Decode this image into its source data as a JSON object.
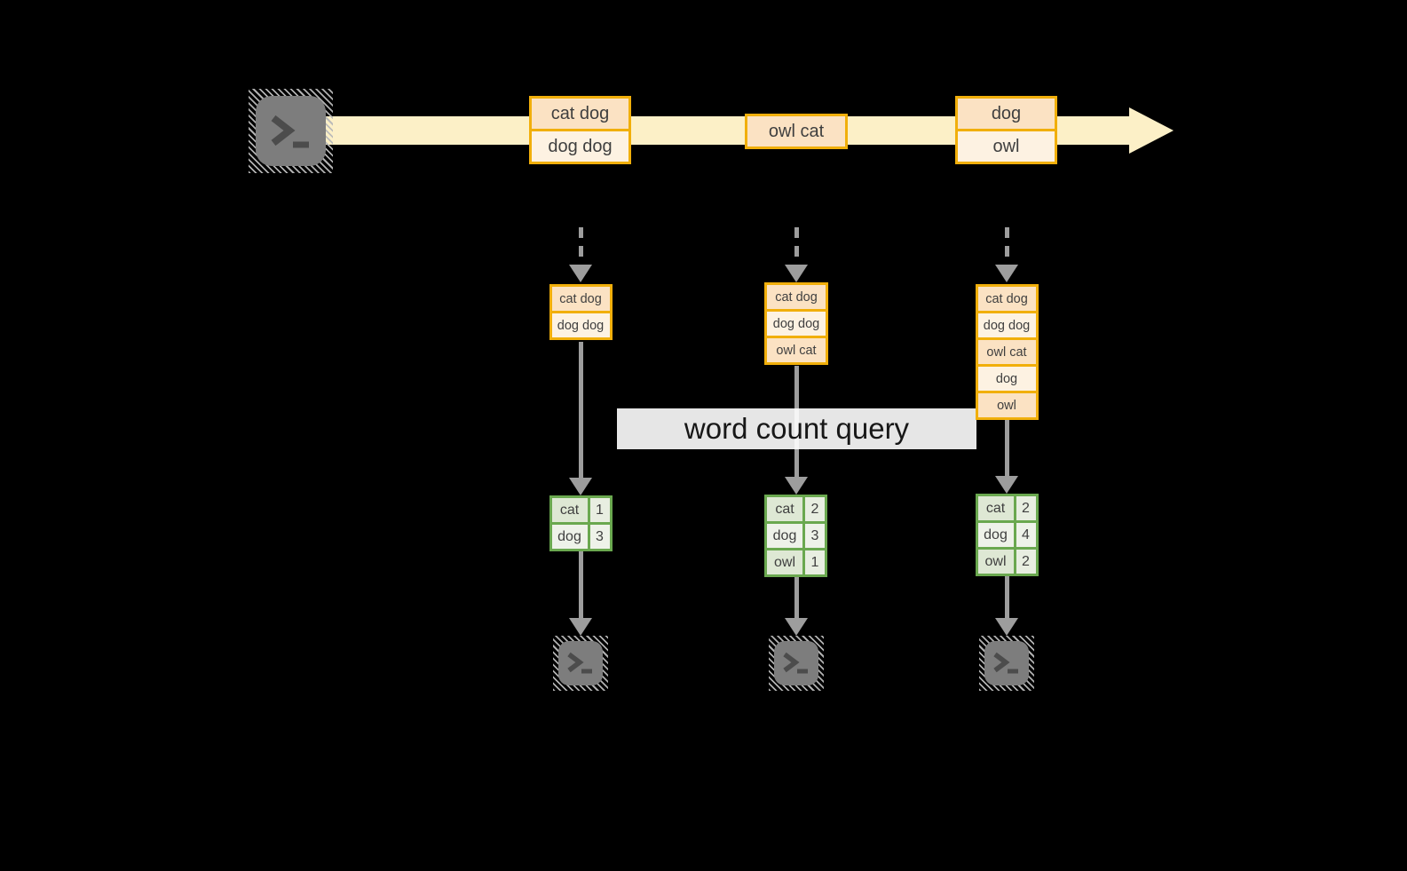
{
  "query_label": {
    "text": "word count query"
  },
  "stream": {
    "source_icon": "terminal-icon",
    "events": [
      {
        "cells": [
          {
            "text": "cat dog"
          },
          {
            "text": "dog dog"
          }
        ]
      },
      {
        "cells": [
          {
            "text": "owl cat"
          }
        ]
      },
      {
        "cells": [
          {
            "text": "dog"
          },
          {
            "text": "owl"
          }
        ]
      }
    ]
  },
  "columns": [
    {
      "state_cells": [
        {
          "text": "cat dog"
        },
        {
          "text": "dog dog"
        }
      ],
      "counts": {
        "rows": [
          {
            "word": "cat",
            "count": "1"
          },
          {
            "word": "dog",
            "count": "3"
          }
        ]
      },
      "sink_icon": "terminal-icon"
    },
    {
      "state_cells": [
        {
          "text": "cat dog"
        },
        {
          "text": "dog dog"
        },
        {
          "text": "owl cat"
        }
      ],
      "counts": {
        "rows": [
          {
            "word": "cat",
            "count": "2"
          },
          {
            "word": "dog",
            "count": "3"
          },
          {
            "word": "owl",
            "count": "1"
          }
        ]
      },
      "sink_icon": "terminal-icon"
    },
    {
      "state_cells": [
        {
          "text": "cat dog"
        },
        {
          "text": "dog dog"
        },
        {
          "text": "owl cat"
        },
        {
          "text": "dog"
        },
        {
          "text": "owl"
        }
      ],
      "counts": {
        "rows": [
          {
            "word": "cat",
            "count": "2"
          },
          {
            "word": "dog",
            "count": "4"
          },
          {
            "word": "owl",
            "count": "2"
          }
        ]
      },
      "sink_icon": "terminal-icon"
    }
  ],
  "colors": {
    "background": "#000000",
    "stream_band": "#fcf0c7",
    "event_border": "#f1af0b",
    "event_fill_dark": "#fbe2c3",
    "event_fill_light": "#fdf2e2",
    "table_border": "#6aa84f",
    "table_row_dark": "#dee8d4",
    "table_row_light": "#eef2e9",
    "arrow_gray": "#9d9d9d",
    "terminal_gray": "#7d7d7d",
    "text_dark": "#3f3f3f"
  }
}
